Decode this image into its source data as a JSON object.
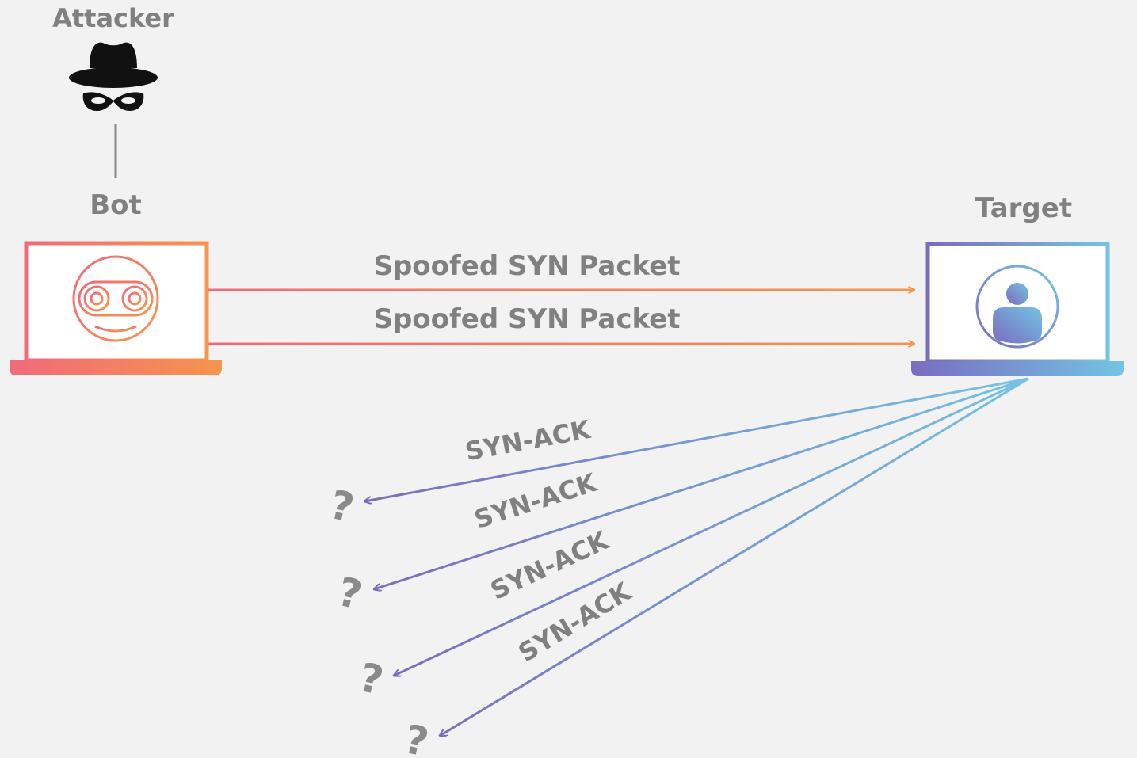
{
  "attacker": {
    "label": "Attacker",
    "icon": "spy-icon"
  },
  "bot": {
    "label": "Bot",
    "icon": "robot-face-icon"
  },
  "target": {
    "label": "Target",
    "icon": "user-icon"
  },
  "requests": [
    {
      "label": "Spoofed SYN Packet"
    },
    {
      "label": "Spoofed SYN Packet"
    }
  ],
  "responses": [
    {
      "label": "SYN-ACK",
      "destination": "?"
    },
    {
      "label": "SYN-ACK",
      "destination": "?"
    },
    {
      "label": "SYN-ACK",
      "destination": "?"
    },
    {
      "label": "SYN-ACK",
      "destination": "?"
    }
  ],
  "colors": {
    "background": "#f2f2f2",
    "text": "#808080",
    "attacker_icon": "#111111",
    "bot_gradient": [
      "#f06a7b",
      "#f7944d"
    ],
    "target_gradient": [
      "#7a6cbe",
      "#74c3e4"
    ]
  }
}
